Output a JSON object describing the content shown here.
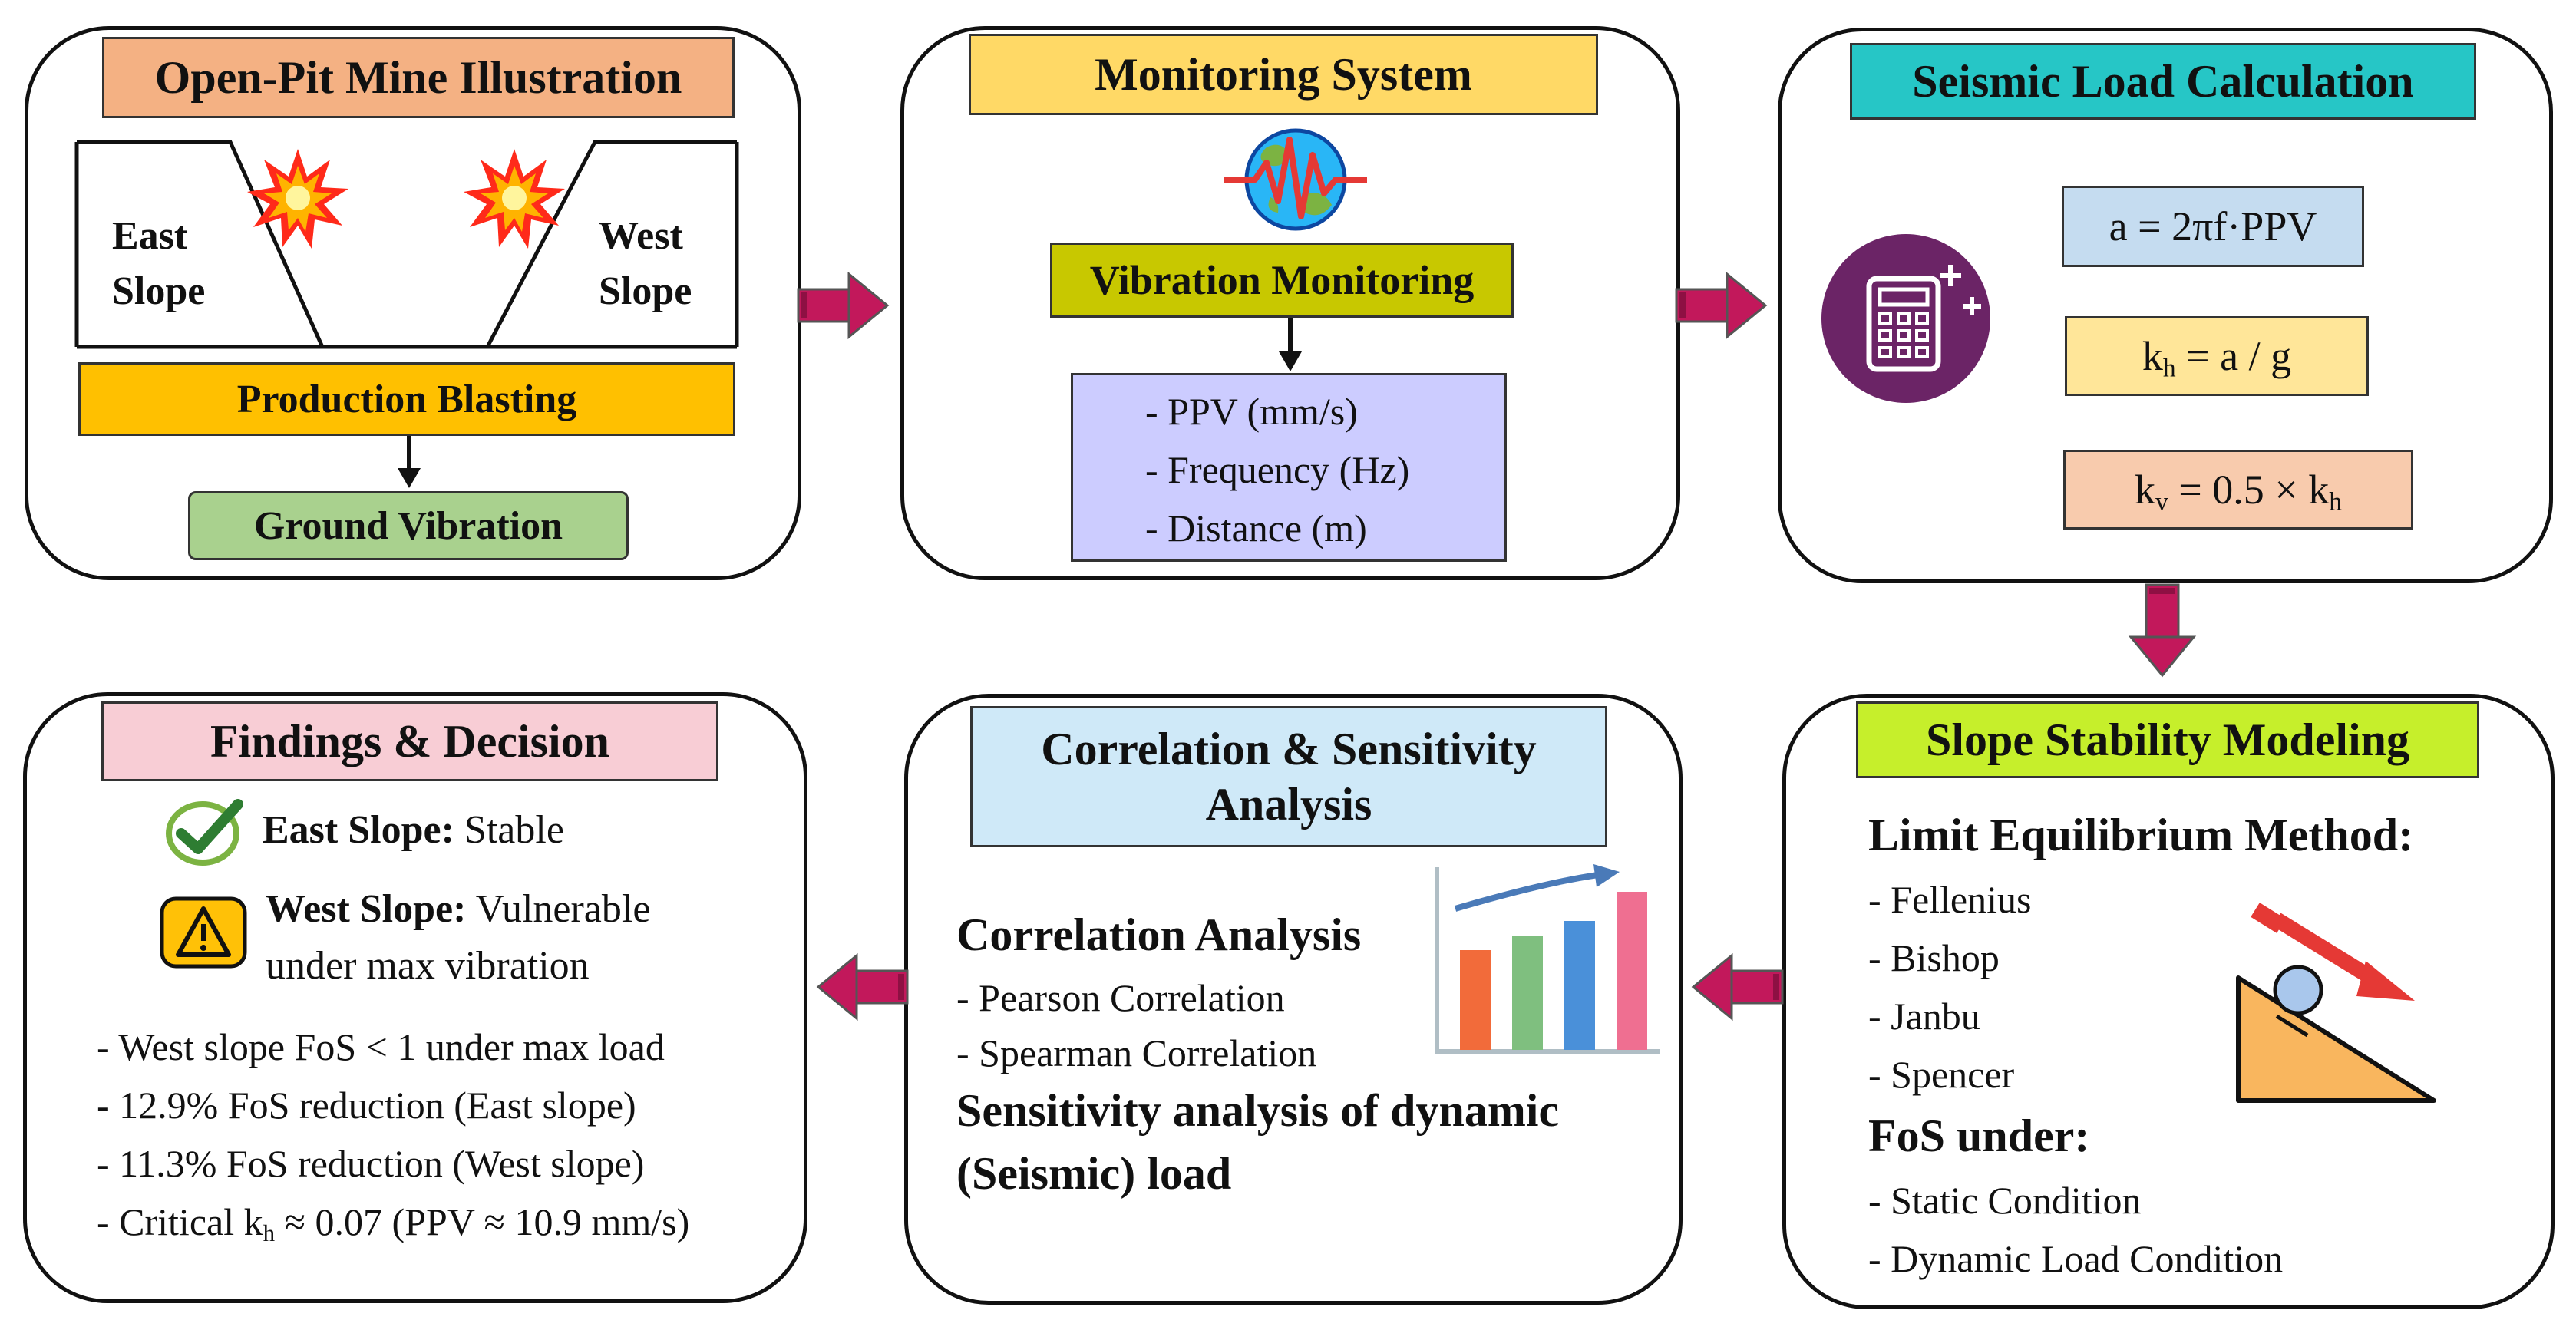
{
  "colors": {
    "arrow": "#c2185b",
    "title_openpit": "#f4b183",
    "title_monitoring": "#ffd966",
    "title_seismic": "#26c6c6",
    "title_findings": "#f8cdd5",
    "title_correlation": "#cfe9f8",
    "title_slope": "#c6ef2b",
    "blasting": "#ffc000",
    "ground": "#a9d18e",
    "vibration": "#c8c800",
    "params": "#ccccff",
    "eq1": "#c5dcf0",
    "eq2": "#ffe699",
    "eq3": "#f8cbad",
    "calculator": "#6b2466"
  },
  "openpit": {
    "title": "Open-Pit Mine Illustration",
    "east_label": [
      "East",
      "Slope"
    ],
    "west_label": [
      "West",
      "Slope"
    ],
    "blasting": "Production Blasting",
    "ground": "Ground Vibration",
    "icons": [
      "explosion-icon",
      "arrow-down-icon"
    ]
  },
  "monitoring": {
    "title": "Monitoring System",
    "vibration": "Vibration Monitoring",
    "params": [
      "- PPV (mm/s)",
      "- Frequency (Hz)",
      "- Distance (m)"
    ],
    "icons": [
      "seismograph-globe-icon",
      "arrow-down-icon"
    ]
  },
  "seismic": {
    "title": "Seismic Load Calculation",
    "eq1": "a = 2πf·PPV",
    "eq2": {
      "main": "k",
      "sub": "h",
      "rest": " = a / g"
    },
    "eq3": {
      "main": "k",
      "sub": "v",
      "mid": " = 0.5 × k",
      "sub2": "h"
    },
    "icons": [
      "calculator-icon"
    ]
  },
  "slope": {
    "title": "Slope Stability Modeling",
    "method_heading": "Limit Equilibrium Method:",
    "methods": [
      "- Fellenius",
      "- Bishop",
      "- Janbu",
      "- Spencer"
    ],
    "fos_heading": "FoS under:",
    "conditions": [
      "- Static Condition",
      "- Dynamic Load Condition"
    ],
    "icons": [
      "sliding-ball-slope-icon"
    ]
  },
  "correlation": {
    "title": [
      "Correlation & Sensitivity",
      "Analysis"
    ],
    "heading": "Correlation Analysis",
    "items": [
      "- Pearson Correlation",
      "- Spearman Correlation"
    ],
    "sensitivity": [
      "Sensitivity analysis of dynamic",
      "(Seismic) load"
    ],
    "icons": [
      "bar-chart-icon"
    ]
  },
  "findings": {
    "title": "Findings & Decision",
    "east_bold": "East Slope:",
    "east_rest": " Stable",
    "west_bold": "West Slope:",
    "west_rest": " Vulnerable",
    "west_line2": "under max vibration",
    "bullets": [
      "- West slope FoS < 1 under max load",
      "- 12.9% FoS reduction (East slope)",
      "- 11.3% FoS reduction (West slope)"
    ],
    "critical": {
      "pre": "- Critical k",
      "sub": "h",
      "post": " ≈ 0.07 (PPV ≈ 10.9 mm/s)"
    },
    "icons": [
      "check-icon",
      "warning-icon"
    ]
  }
}
